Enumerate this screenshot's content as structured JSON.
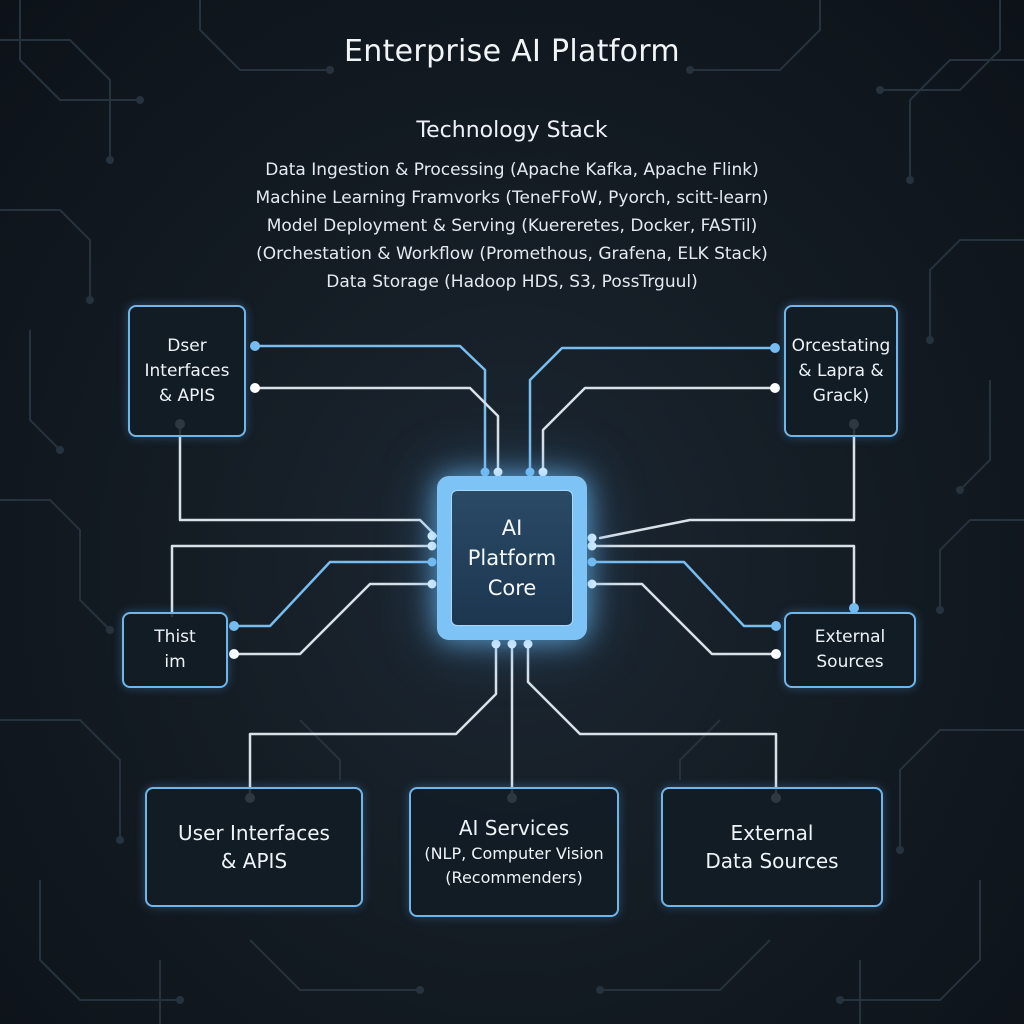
{
  "diagram": {
    "title": "Enterprise AI Platform",
    "stack": {
      "title": "Technology Stack",
      "items": [
        "Data Ingestion & Processing (Apache Kafka, Apache Flink)",
        "Machine Learning Framvorks (TeneFFoW, Pyorch, scitt-learn)",
        "Model Deployment & Serving (Kuereretes, Docker, FASTil)",
        "(Orchestation & Workflow (Promethous, Grafena, ELK Stack)",
        "Data Storage (Hadoop HDS, S3, PossTrguul)"
      ]
    },
    "core": {
      "lines": [
        "AI",
        "Platform",
        "Core"
      ]
    },
    "nodes": {
      "top_left": {
        "lines": [
          "Dser",
          "Interfaces",
          "& APIS"
        ]
      },
      "top_right": {
        "lines": [
          "Orcestating",
          "& Lapra &",
          "Grack)"
        ]
      },
      "mid_left": {
        "lines": [
          "Thist",
          "im"
        ]
      },
      "mid_right": {
        "lines": [
          "External",
          "Sources"
        ]
      },
      "bottom_left": {
        "lines": [
          "User Interfaces",
          "& APIS"
        ]
      },
      "bottom_center": {
        "title": "AI Services",
        "lines": [
          "(NLP, Computer Vision",
          "(Recommenders)"
        ]
      },
      "bottom_right": {
        "lines": [
          "External",
          "Data Sources"
        ]
      }
    },
    "colors": {
      "accent": "#6fb6ec",
      "connector_blue": "#78bdf0",
      "connector_white": "#d9e1e8",
      "background": "#121a22"
    }
  }
}
